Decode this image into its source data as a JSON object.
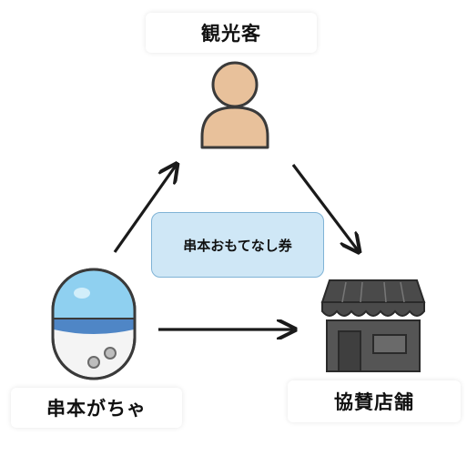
{
  "nodes": {
    "tourist": {
      "label": "観光客",
      "icon": "person-icon"
    },
    "gacha": {
      "label": "串本がちゃ",
      "icon": "capsule-icon"
    },
    "store": {
      "label": "協賛店舗",
      "icon": "storefront-icon"
    }
  },
  "center_label": "串本おもてなし券",
  "colors": {
    "person_fill": "#e8c19b",
    "person_stroke": "#3a3a3a",
    "capsule_top": "#8fd0f0",
    "capsule_band": "#4f86c6",
    "store_fill": "#555555",
    "voucher_fill": "#cfe7f6",
    "arrow": "#1a1a1a"
  }
}
